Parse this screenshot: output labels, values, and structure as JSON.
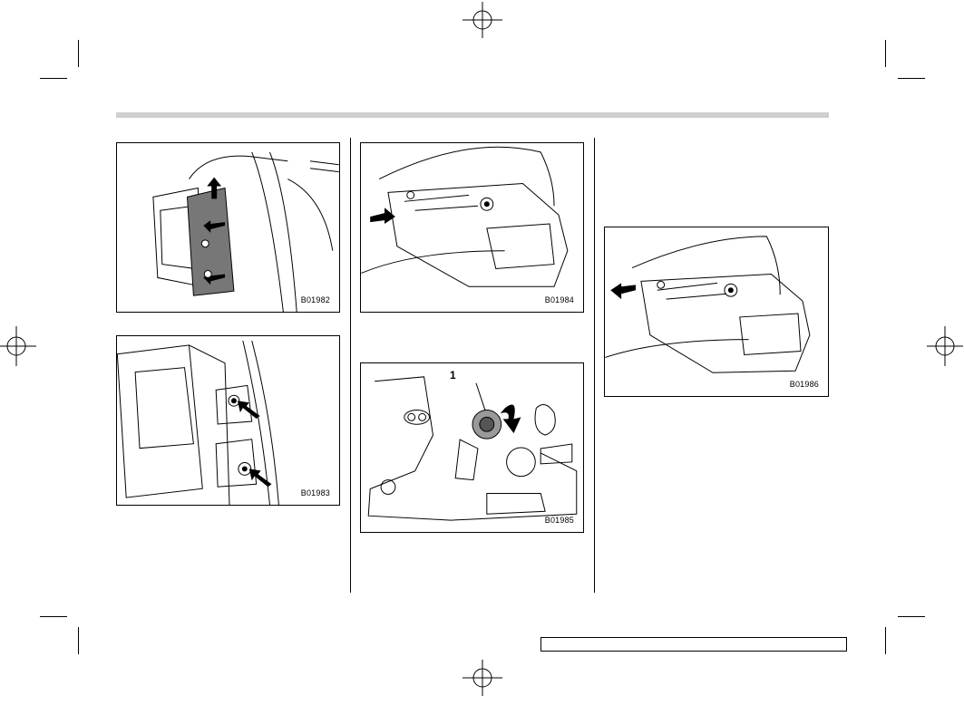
{
  "figures": [
    {
      "id": "fig-1",
      "code": "B01982"
    },
    {
      "id": "fig-2",
      "code": "B01983"
    },
    {
      "id": "fig-3",
      "code": "B01984"
    },
    {
      "id": "fig-4",
      "code": "B01985",
      "callout": "1"
    },
    {
      "id": "fig-5",
      "code": "B01986"
    }
  ],
  "footer": {
    "text": ""
  }
}
